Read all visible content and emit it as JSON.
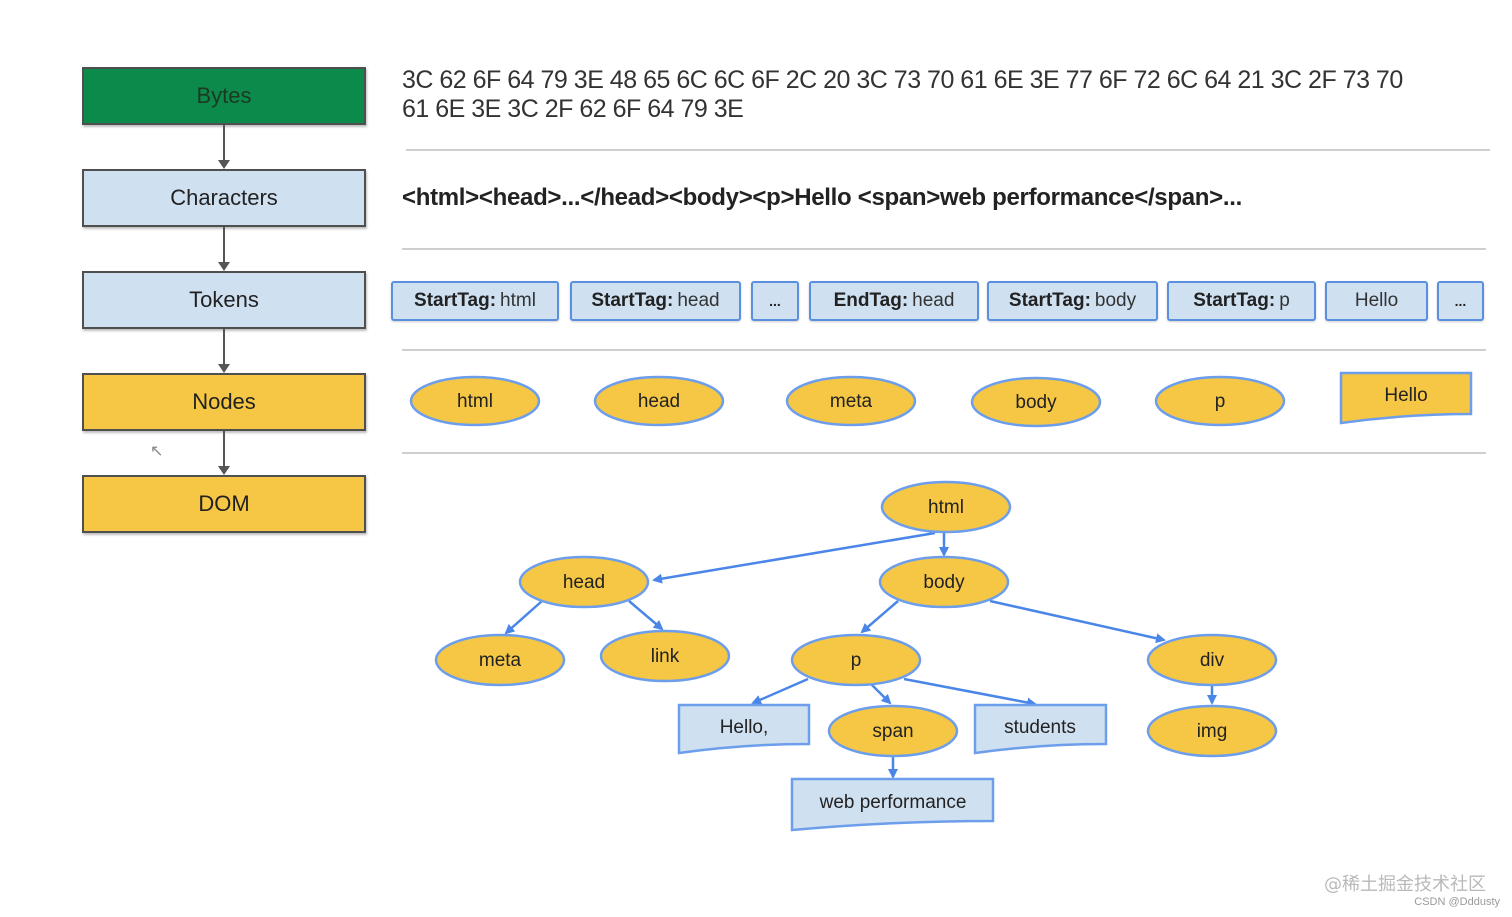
{
  "stages": [
    "Bytes",
    "Characters",
    "Tokens",
    "Nodes",
    "DOM"
  ],
  "bytes_text": "3C 62 6F 64 79 3E 48 65 6C 6C 6F 2C 20 3C 73 70 61 6E 3E 77 6F 72 6C 64 21 3C 2F 73 70 61 6E 3E 3C 2F 62 6F 64 79 3E",
  "characters_text": "<html><head>...</head><body><p>Hello <span>web performance</span>...",
  "tokens": [
    {
      "kind": "StartTag",
      "sep": ":",
      "val": "html"
    },
    {
      "kind": "StartTag",
      "sep": ":",
      "val": "head"
    },
    {
      "kind": "...",
      "sep": "",
      "val": ""
    },
    {
      "kind": "EndTag",
      "sep": ":",
      "val": "head"
    },
    {
      "kind": "StartTag",
      "sep": ":",
      "val": "body"
    },
    {
      "kind": "StartTag",
      "sep": ":",
      "val": "p"
    },
    {
      "kind": "",
      "sep": "",
      "val": "Hello"
    },
    {
      "kind": "...",
      "sep": "",
      "val": ""
    }
  ],
  "nodes": [
    "html",
    "head",
    "meta",
    "body",
    "p",
    "Hello"
  ],
  "dom_tree": {
    "html": "html",
    "head": "head",
    "body": "body",
    "meta": "meta",
    "link": "link",
    "p": "p",
    "div": "div",
    "hello_text": "Hello,",
    "span": "span",
    "students_text": "students",
    "img": "img",
    "web_performance_text": "web performance"
  },
  "colors": {
    "node_fill": "#f6c744",
    "node_stroke": "#6d9eeb",
    "token_fill": "#cfe0f1",
    "token_stroke": "#5b8fe0",
    "bytes_fill": "#0b8a4b",
    "edge": "#4a86e8"
  },
  "watermark": "@稀土掘金技术社区",
  "watermark_sub": "CSDN @Dddusty"
}
